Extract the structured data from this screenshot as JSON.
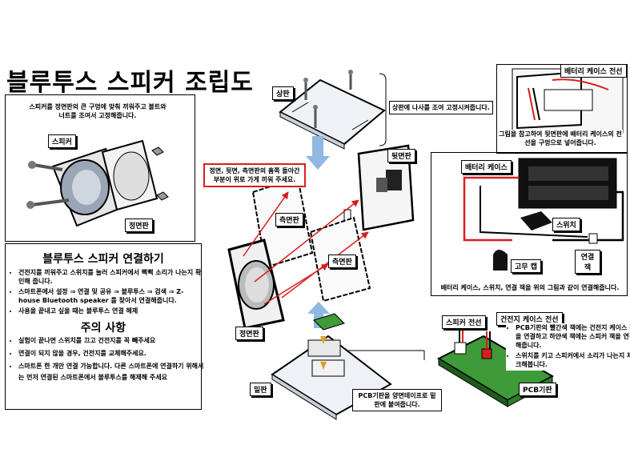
{
  "title": "블루투스 스피커 조립도",
  "speaker_box": {
    "instruction": "스피커를 정면판의 큰 구멍에 맞춰 끼워주고 볼트와 너트를 조여서 고정해줍니다.",
    "speaker_label": "스피커",
    "front_label": "정면판"
  },
  "connect_box": {
    "heading": "블루투스 스피커 연결하기",
    "items": [
      "건전지를 끼워주고 스위치를 눌러 스피커에서 삑삑 소리가 나는지 확인해 줍니다.",
      "스마트폰에서 설정 ⇒ 연결 및 공유 ⇒ 블루투스 ⇒ 검색 ⇒ Z-house Bluetooth speaker 를 찾아서 연결해줍니다.",
      "사용을 끝내고 싶을 때는 블루투스 연결 해제"
    ]
  },
  "caution_box": {
    "heading": "주의 사항",
    "items": [
      "실험이 끝나면 스위치를 끄고 건전지를 꼭 빼주세요",
      "연결이 되지 않을 경우, 건전지를 교체해주세요.",
      "스마트폰 한 개만 연결 가능합니다. 다른 스마트폰에 연결하기 위해서는 먼저 연결된 스마트폰에서 블루투스를 해제해 주세요"
    ]
  },
  "labels": {
    "top_plate": "상판",
    "top_note": "상판에 나사를 조여 고정시켜줍니다.",
    "red_note": "정면, 뒷면, 측면판의 홈쪽 돌아간 부분이 위로 가게 끼워 주세요.",
    "back_plate": "뒷면판",
    "side_plate_1": "측면판",
    "side_plate_2": "측면판",
    "front_plate": "정면판",
    "bottom_plate": "밑판",
    "pcb_note": "PCB기판을 양면테이프로 밑판에 붙여줍니다."
  },
  "battery_wire": {
    "title": "배터리 케이스 전선",
    "note": "그림을 참고하여 뒷면판에 배터리 케이스의 전선을 구멍으로 넣어줍니다."
  },
  "wiring": {
    "battery_case": "배터리 케이스",
    "switch": "스위치",
    "rubber_cap": "고무 캡",
    "jack": "연결 잭",
    "note": "배터리 케이스, 스위치, 연결 잭을 위의 그림과 같이 연결해줍니다."
  },
  "pcb": {
    "speaker_wire": "스피커 전선",
    "battery_wire": "건전지 케이스 전선",
    "items": [
      "PCB기판의 빨간색 잭에는 건전지 케이스 잭을 연결하고 하얀색 잭에는 스피커 잭을 연결해줍니다.",
      "스위치를 키고 스피커에서 소리가 나는지 체크해봅니다."
    ],
    "board": "PCB기판"
  },
  "colors": {
    "accent_red": "#d81e1e",
    "pcb_green": "#3f9a3a",
    "arrow_blue": "#8fb8e3"
  }
}
